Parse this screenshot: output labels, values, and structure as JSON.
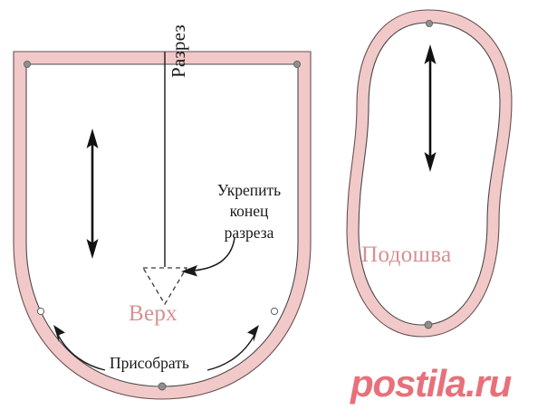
{
  "document": {
    "kind": "sewing-pattern-diagram",
    "language": "ru"
  },
  "colors": {
    "band_fill": "#f2c9c9",
    "band_outline": "#6b5050",
    "inner_line": "#4a4a4a",
    "label_pink": "#d68f92",
    "label_dark": "#1a1a1a",
    "watermark_pink": "#e8707a",
    "marker_gray": "#8a8a8a",
    "background": "#ffffff"
  },
  "pieces": [
    {
      "id": "verh",
      "label": "Верх",
      "label_color": "#d68f92"
    },
    {
      "id": "podoshva",
      "label": "Подошва",
      "label_color": "#d68f92"
    }
  ],
  "annotations": {
    "razrez": "Разрез",
    "ukrepit": {
      "line1": "Укрепить",
      "line2": "конец",
      "line3": "разреза"
    },
    "prisobrat": "Присобрать",
    "verh": "Верх",
    "podoshva": "Подошва"
  },
  "markers": {
    "verh_top_left": "notch-dot",
    "verh_top_right": "notch-dot",
    "verh_side_left": "notch-circle",
    "verh_side_right": "notch-circle",
    "verh_bottom_center": "notch-dot",
    "podoshva_top_center": "notch-dot",
    "podoshva_bottom_center": "notch-dot"
  },
  "icons": {
    "grainline_arrow_verh": "double-headed-arrow-icon",
    "grainline_arrow_podoshva": "double-headed-arrow-icon",
    "cut_line": "cut-line-icon",
    "reinforce_triangle": "dashed-triangle-icon",
    "pointer_arrow": "curved-arrow-icon",
    "gather_arrow_left": "curved-arrow-icon",
    "gather_arrow_right": "curved-arrow-icon"
  },
  "watermark": {
    "text": "postila.ru"
  }
}
